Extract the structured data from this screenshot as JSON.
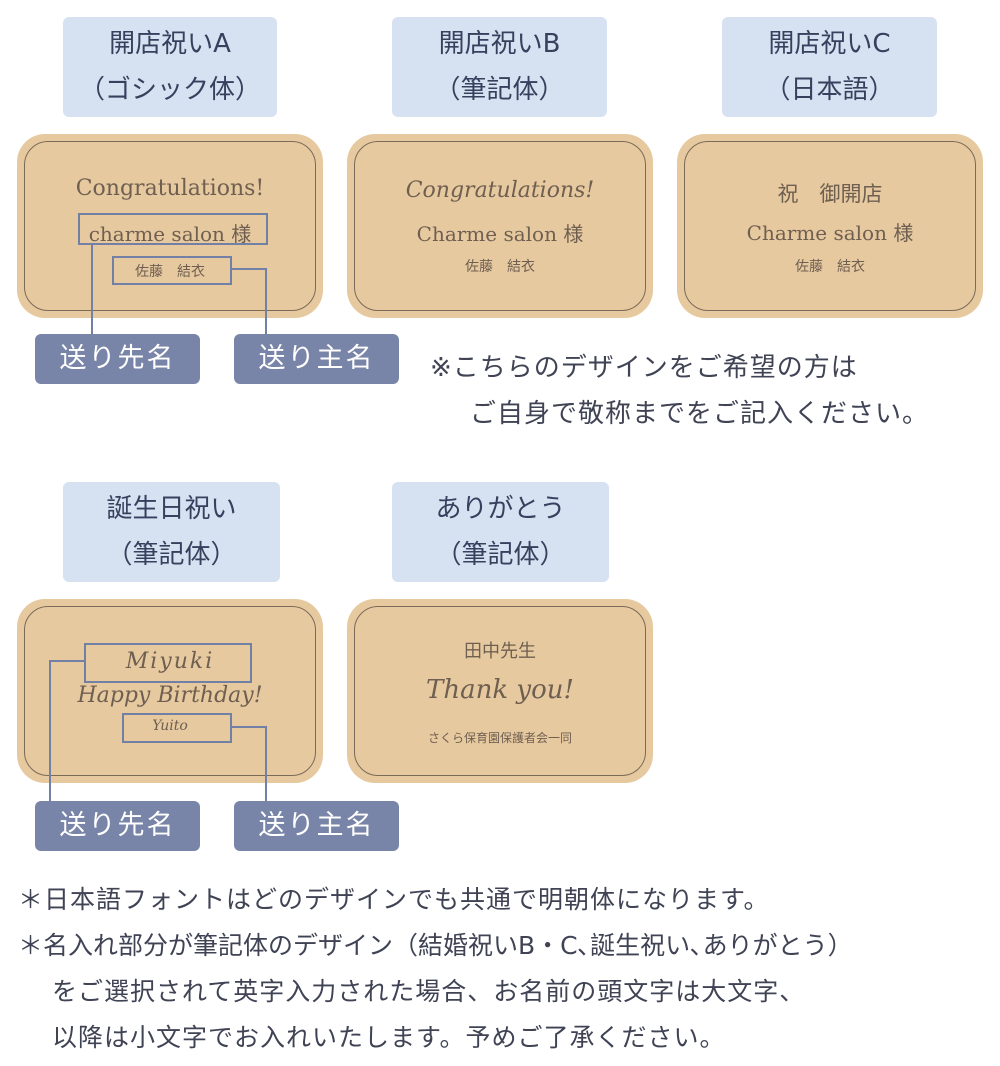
{
  "designs": {
    "a": {
      "title_1": "開店祝いA",
      "title_2": "（ゴシック体）",
      "line1": "Congratulations!",
      "line2": "charme  salon 様",
      "line3": "佐藤　結衣"
    },
    "b": {
      "title_1": "開店祝いB",
      "title_2": "（筆記体）",
      "line1": "Congratulations!",
      "line2": "Charme  salon 様",
      "line3": "佐藤　結衣"
    },
    "c": {
      "title_1": "開店祝いC",
      "title_2": "（日本語）",
      "line1": "祝　御開店",
      "line2": "Charme  salon 様",
      "line3": "佐藤　結衣"
    },
    "birthday": {
      "title_1": "誕生日祝い",
      "title_2": "（筆記体）",
      "line1": "Miyuki",
      "line2": "Happy Birthday!",
      "line3": "Yuito"
    },
    "thanks": {
      "title_1": "ありがとう",
      "title_2": "（筆記体）",
      "line1": "田中先生",
      "line2": "Thank  you!",
      "line3": "さくら保育園保護者会一同"
    }
  },
  "tags": {
    "recipient": "送り先名",
    "sender": "送り主名"
  },
  "note_top": {
    "line1": "※こちらのデザインをご希望の方は",
    "line2": "ご自身で敬称までをご記入ください。"
  },
  "notes_bottom": {
    "line1": "＊日本語フォントはどのデザインでも共通で明朝体になります。",
    "line2": "＊名入れ部分が筆記体のデザイン（結婚祝いB・C､誕生祝い､ありがとう）",
    "line3": "をご選択されて英字入力された場合、お名前の頭文字は大文字、",
    "line4": "以降は小文字でお入れいたします。予めご了承ください。"
  },
  "colors": {
    "label_bg": "#d6e2f2",
    "card_bg": "#e7c9a0",
    "tag_bg": "#7985a8",
    "marker": "#7380a6"
  }
}
